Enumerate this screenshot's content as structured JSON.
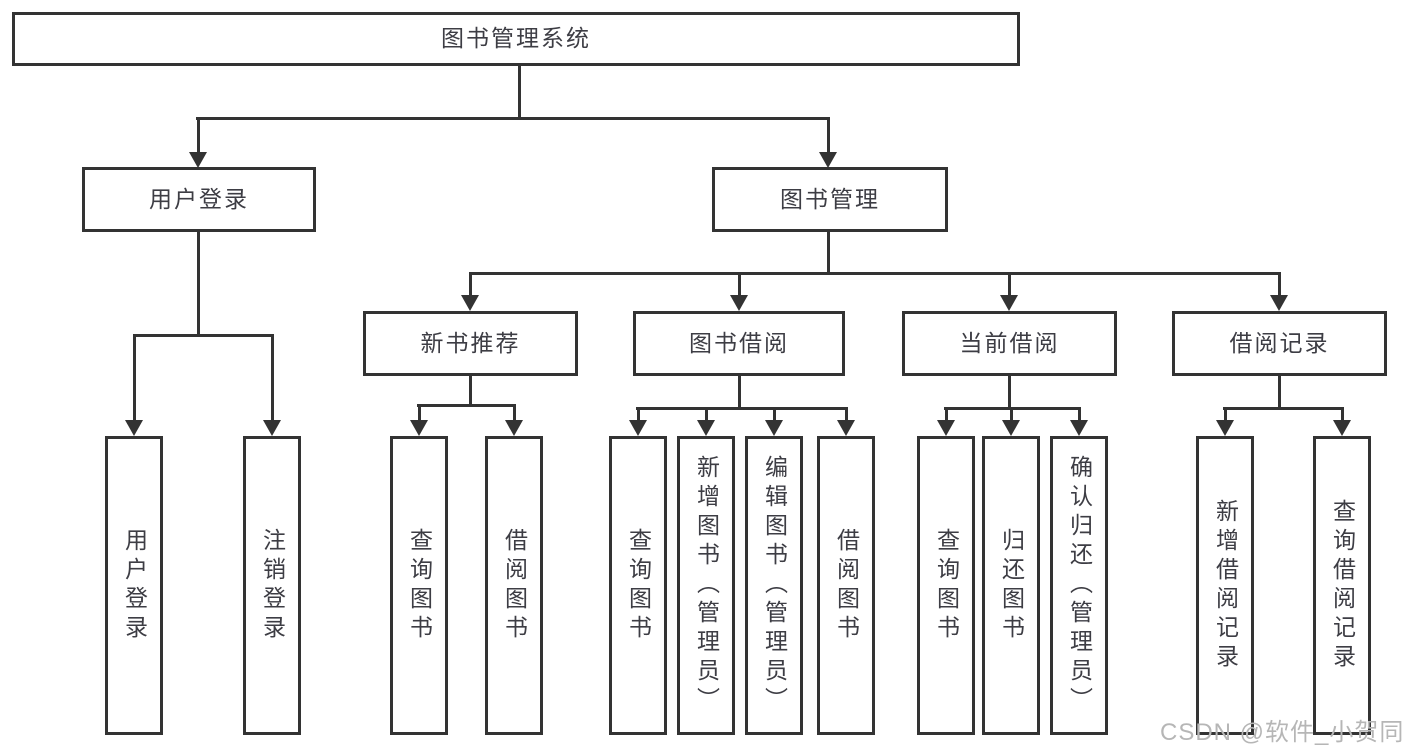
{
  "tree": {
    "label": "图书管理系统",
    "children": [
      {
        "label": "用户登录",
        "children": [
          {
            "label": "用户登录"
          },
          {
            "label": "注销登录"
          }
        ]
      },
      {
        "label": "图书管理",
        "children": [
          {
            "label": "新书推荐",
            "children": [
              {
                "label": "查询图书"
              },
              {
                "label": "借阅图书"
              }
            ]
          },
          {
            "label": "图书借阅",
            "children": [
              {
                "label": "查询图书"
              },
              {
                "label": "新增图书（管理员）"
              },
              {
                "label": "编辑图书（管理员）"
              },
              {
                "label": "借阅图书"
              }
            ]
          },
          {
            "label": "当前借阅",
            "children": [
              {
                "label": "查询图书"
              },
              {
                "label": "归还图书"
              },
              {
                "label": "确认归还（管理员）"
              }
            ]
          },
          {
            "label": "借阅记录",
            "children": [
              {
                "label": "新增借阅记录"
              },
              {
                "label": "查询借阅记录"
              }
            ]
          }
        ]
      }
    ]
  },
  "watermark": "CSDN @软件_小贺同学",
  "colors": {
    "line": "#333333",
    "text": "#3d3d44",
    "background": "#ffffff",
    "watermark": "#b6b6b6"
  }
}
